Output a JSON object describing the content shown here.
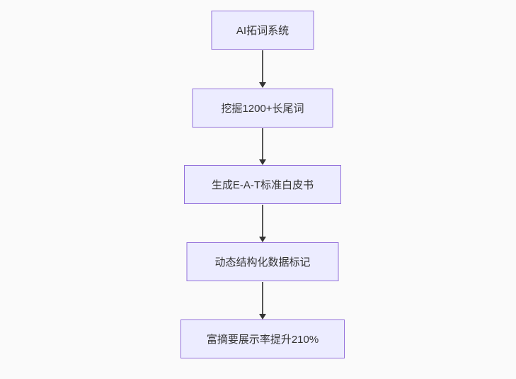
{
  "diagram": {
    "type": "flowchart",
    "direction": "top-down",
    "nodes": [
      {
        "id": "A",
        "label": "AI拓词系统"
      },
      {
        "id": "B",
        "label": "挖掘1200+长尾词"
      },
      {
        "id": "C",
        "label": "生成E-A-T标准白皮书"
      },
      {
        "id": "D",
        "label": "动态结构化数据标记"
      },
      {
        "id": "E",
        "label": "富摘要展示率提升210%"
      }
    ],
    "edges": [
      {
        "from": "AI拓词系统",
        "to": "挖掘1200+长尾词"
      },
      {
        "from": "挖掘1200+长尾词",
        "to": "生成E-A-T标准白皮书"
      },
      {
        "from": "生成E-A-T标准白皮书",
        "to": "动态结构化数据标记"
      },
      {
        "from": "动态结构化数据标记",
        "to": "富摘要展示率提升210%"
      }
    ],
    "colors": {
      "node_fill": "#ECECFF",
      "node_border": "#9370DB",
      "arrow_line": "#555555",
      "arrow_head": "#333333",
      "text": "#333333",
      "background": "#fafafa"
    }
  }
}
